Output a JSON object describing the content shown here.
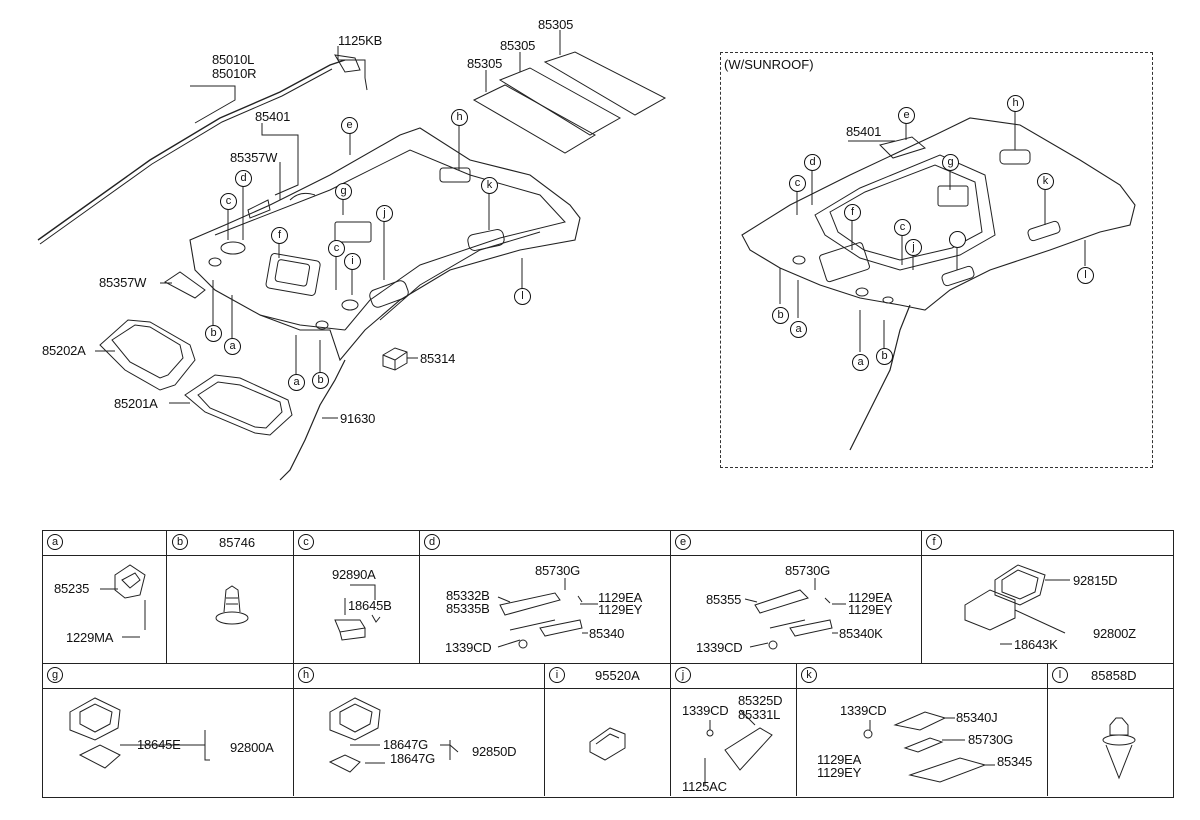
{
  "sunroof_title": "(W/SUNROOF)",
  "main": {
    "labels": {
      "p85010L": "85010L",
      "p85010R": "85010R",
      "p1125KB": "1125KB",
      "p85305a": "85305",
      "p85305b": "85305",
      "p85305c": "85305",
      "p85401": "85401",
      "p85357W_top": "85357W",
      "p85357W_left": "85357W",
      "p85202A": "85202A",
      "p85201A": "85201A",
      "p85314": "85314",
      "p91630": "91630"
    },
    "callouts": {
      "e": "e",
      "h": "h",
      "k": "k",
      "d": "d",
      "c1": "c",
      "g": "g",
      "j": "j",
      "f": "f",
      "c2": "c",
      "i": "i",
      "l": "l",
      "b1": "b",
      "a1": "a",
      "a2": "a",
      "b2": "b"
    }
  },
  "sunroof": {
    "labels": {
      "p85401": "85401"
    },
    "callouts": {
      "e": "e",
      "h": "h",
      "d": "d",
      "g": "g",
      "c1": "c",
      "k": "k",
      "f": "f",
      "c2": "c",
      "j": "j",
      "l": "l",
      "b1": "b",
      "a1": "a",
      "a2": "a",
      "b2": "b"
    }
  },
  "table": {
    "row1": [
      {
        "letter": "a",
        "part": "",
        "labels": [
          "85235",
          "1229MA"
        ]
      },
      {
        "letter": "b",
        "part": "85746",
        "labels": []
      },
      {
        "letter": "c",
        "part": "",
        "labels": [
          "92890A",
          "18645B"
        ]
      },
      {
        "letter": "d",
        "part": "",
        "labels": [
          "85730G",
          "85332B",
          "85335B",
          "1129EA",
          "1129EY",
          "85340",
          "1339CD"
        ]
      },
      {
        "letter": "e",
        "part": "",
        "labels": [
          "85730G",
          "85355",
          "1129EA",
          "1129EY",
          "85340K",
          "1339CD"
        ]
      },
      {
        "letter": "f",
        "part": "",
        "labels": [
          "92815D",
          "92800Z",
          "18643K"
        ]
      }
    ],
    "row2": [
      {
        "letter": "g",
        "part": "",
        "labels": [
          "18645E",
          "92800A"
        ]
      },
      {
        "letter": "h",
        "part": "",
        "labels": [
          "18647G",
          "18647G",
          "92850D"
        ]
      },
      {
        "letter": "i",
        "part": "95520A",
        "labels": []
      },
      {
        "letter": "j",
        "part": "",
        "labels": [
          "1339CD",
          "85325D",
          "85331L",
          "1125AC"
        ]
      },
      {
        "letter": "k",
        "part": "",
        "labels": [
          "1339CD",
          "85340J",
          "85730G",
          "1129EA",
          "1129EY",
          "85345"
        ]
      },
      {
        "letter": "l",
        "part": "85858D",
        "labels": []
      }
    ]
  }
}
